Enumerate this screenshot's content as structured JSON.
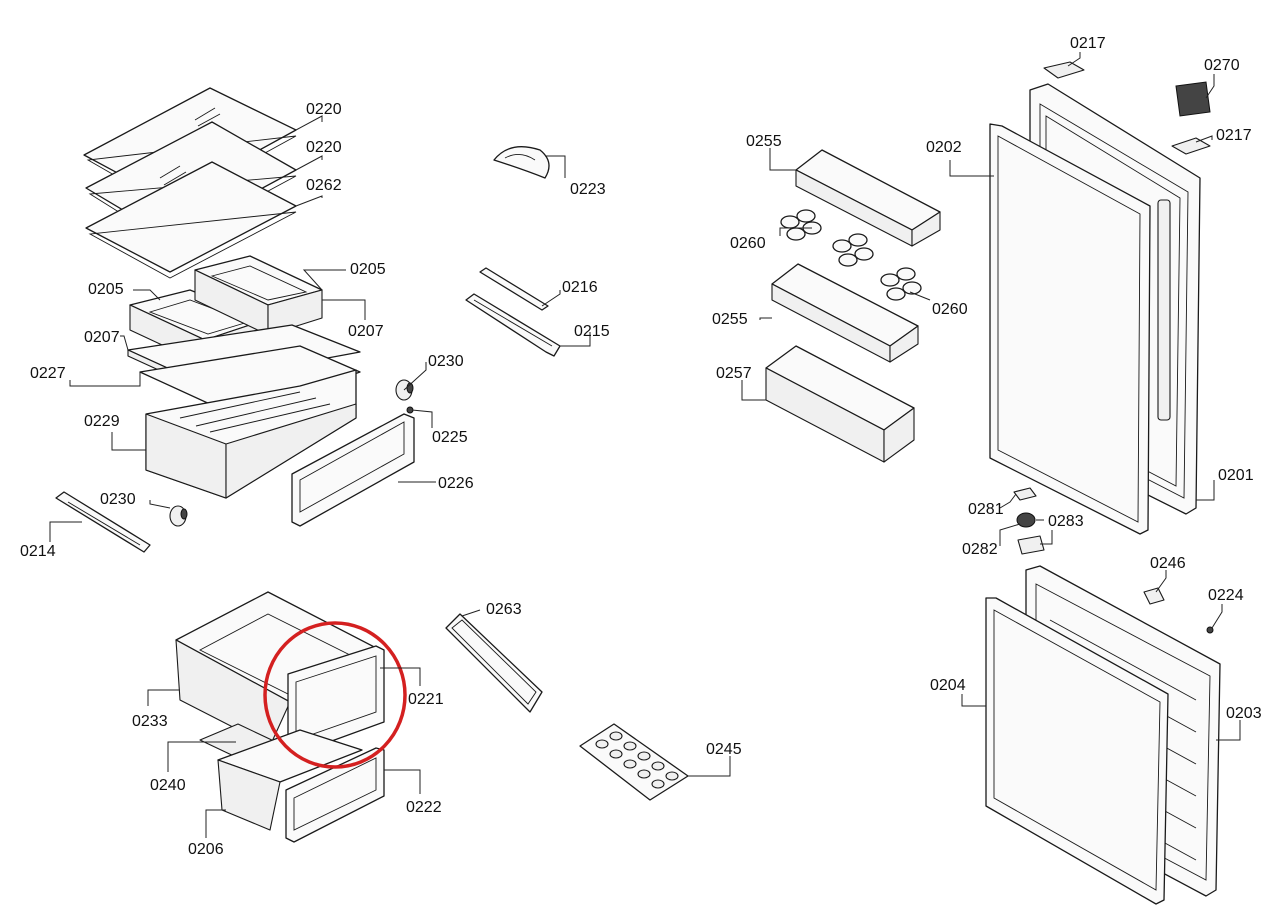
{
  "labels": {
    "l0220a": "0220",
    "l0220b": "0220",
    "l0262": "0262",
    "l0223": "0223",
    "l0205a": "0205",
    "l0205b": "0205",
    "l0207a": "0207",
    "l0207b": "0207",
    "l0227": "0227",
    "l0229": "0229",
    "l0230a": "0230",
    "l0230b": "0230",
    "l0225": "0225",
    "l0226": "0226",
    "l0214": "0214",
    "l0216": "0216",
    "l0215": "0215",
    "l0255a": "0255",
    "l0255b": "0255",
    "l0260a": "0260",
    "l0260b": "0260",
    "l0257": "0257",
    "l0202": "0202",
    "l0217a": "0217",
    "l0217b": "0217",
    "l0270": "0270",
    "l0201": "0201",
    "l0281": "0281",
    "l0282": "0282",
    "l0283": "0283",
    "l0246": "0246",
    "l0224": "0224",
    "l0204": "0204",
    "l0203": "0203",
    "l0263": "0263",
    "l0221": "0221",
    "l0233": "0233",
    "l0240": "0240",
    "l0222": "0222",
    "l0206": "0206",
    "l0245": "0245"
  },
  "highlight": {
    "part": "0221",
    "color": "#d42020"
  }
}
